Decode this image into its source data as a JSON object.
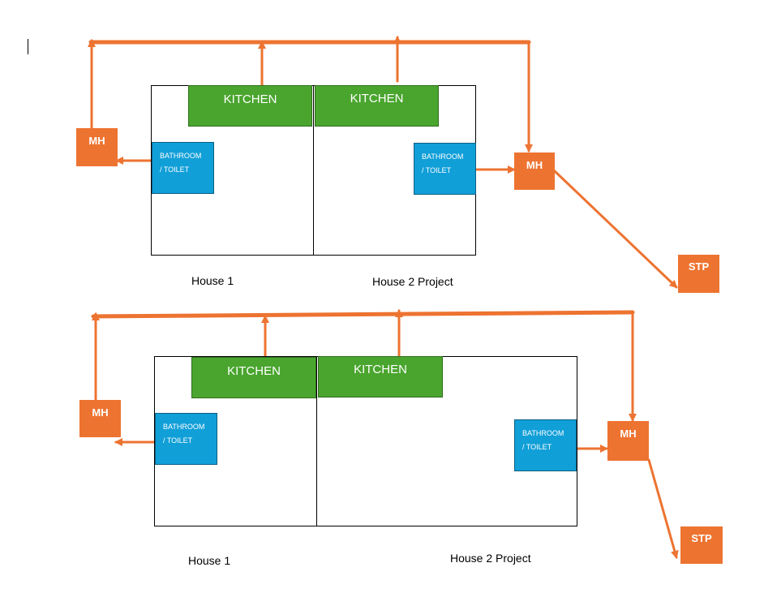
{
  "diagram1": {
    "kitchen_left": "KITCHEN",
    "kitchen_right": "KITCHEN",
    "bath_left_line1": "BATHROOM",
    "bath_left_line2": "/ TOILET",
    "bath_right_line1": "BATHROOM",
    "bath_right_line2": "/ TOILET",
    "mh_left": "MH",
    "mh_right": "MH",
    "stp": "STP",
    "house1_label": "House 1",
    "house2_label": "House 2 Project"
  },
  "diagram2": {
    "kitchen_left": "KITCHEN",
    "kitchen_right": "KITCHEN",
    "bath_left_line1": "BATHROOM",
    "bath_left_line2": "/ TOILET",
    "bath_right_line1": "BATHROOM",
    "bath_right_line2": "/ TOILET",
    "mh_left": "MH",
    "mh_right": "MH",
    "stp": "STP",
    "house1_label": "House 1",
    "house2_label": "House 2 Project"
  },
  "colors": {
    "pipe": "#ed7331",
    "kitchen": "#4aa52e",
    "bathroom": "#119fd8",
    "manhole": "#ed7331"
  }
}
